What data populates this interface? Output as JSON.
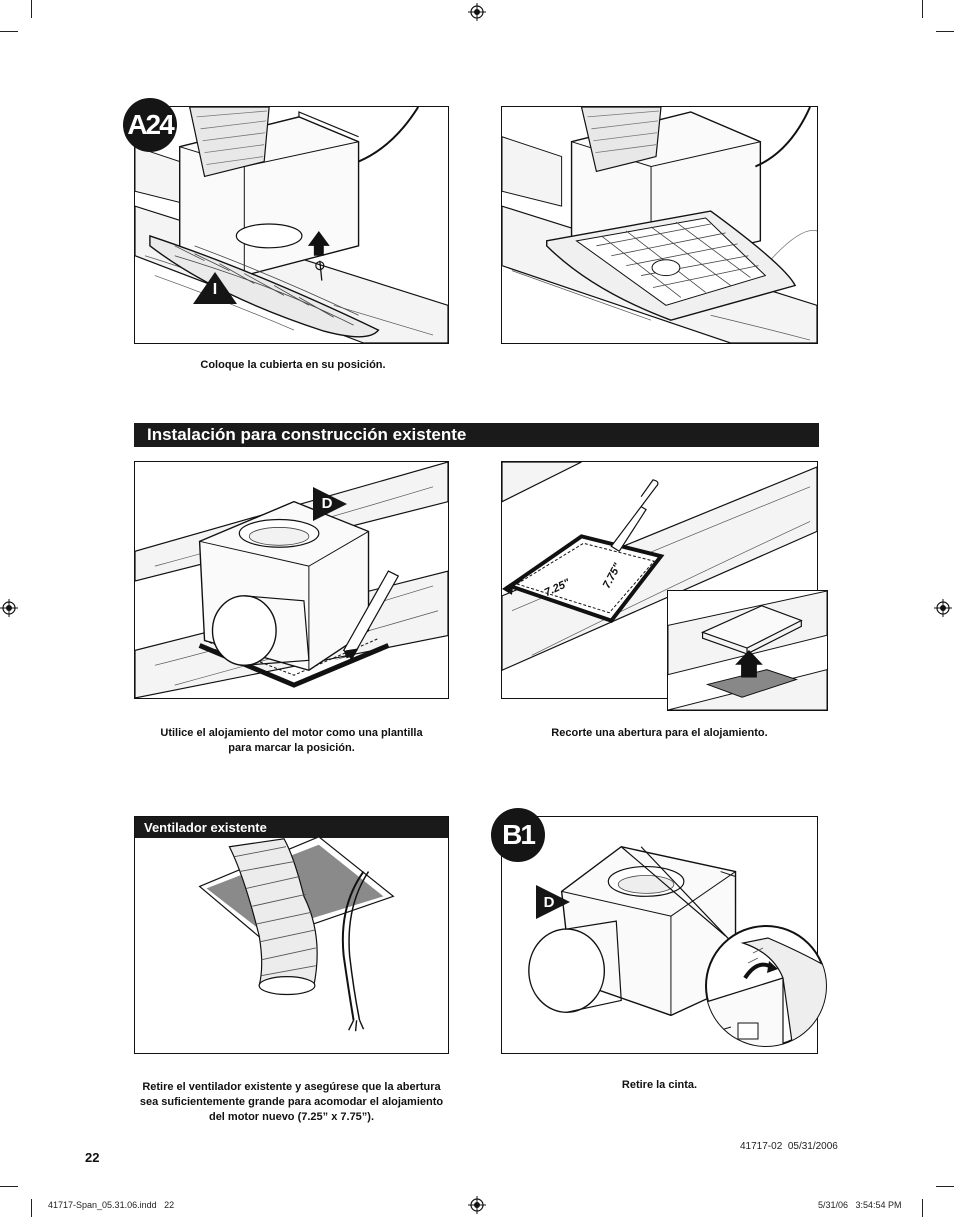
{
  "page": {
    "page_number": "22",
    "doc_code": "41717-02  05/31/2006",
    "slug_left": "41717-Span_05.31.06.indd   22",
    "slug_right": "5/31/06   3:54:54 PM"
  },
  "steps": {
    "a24_badge": "A24",
    "b1_badge": "B1"
  },
  "callouts": {
    "i_label": "I",
    "d_label_1": "D",
    "d_label_2": "D"
  },
  "captions": {
    "cover": "Coloque la cubierta en su posición.",
    "template_line1": "Utilice el alojamiento del motor como una plantilla",
    "template_line2": "para marcar la posición.",
    "cut": "Recorte una abertura para el alojamiento.",
    "remove_line1": "Retire el ventilador existente y asegúrese que la abertura",
    "remove_line2": "sea suficientemente grande para acomodar el alojamiento",
    "remove_line3": "del motor nuevo (7.25” x 7.75”).",
    "tape": "Retire la cinta."
  },
  "sections": {
    "existing_construction": "Instalación para construcción existente",
    "existing_fan": "Ventilador existente"
  },
  "dimensions": {
    "width": "7.25\"",
    "height": "7.75\""
  }
}
